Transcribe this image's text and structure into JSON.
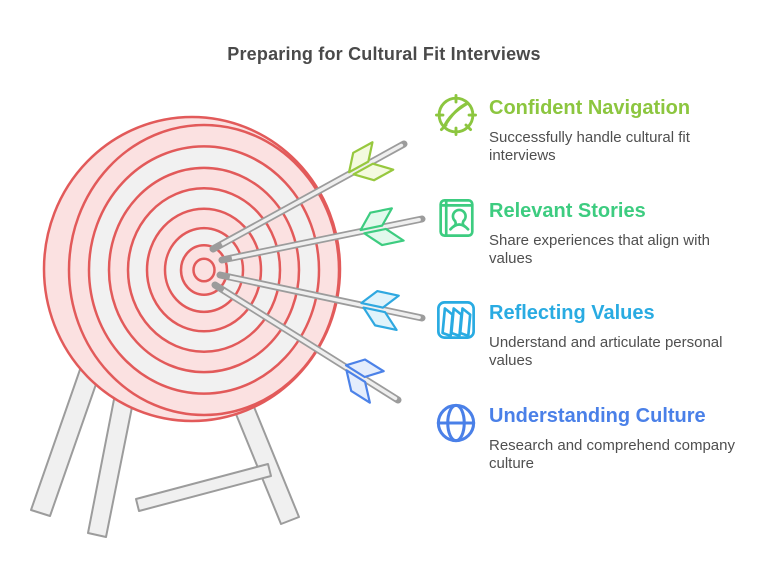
{
  "title": "Preparing for Cultural Fit Interviews",
  "items": [
    {
      "heading": "Confident Navigation",
      "description": "Successfully handle cultural fit interviews",
      "icon": "compass",
      "accent": "#8cc63f"
    },
    {
      "heading": "Relevant Stories",
      "description": "Share experiences that align with values",
      "icon": "story-book",
      "accent": "#3dcc80"
    },
    {
      "heading": "Reflecting Values",
      "description": "Understand and articulate personal values",
      "icon": "values-flags",
      "accent": "#29abe2"
    },
    {
      "heading": "Understanding Culture",
      "description": "Research and comprehend company culture",
      "icon": "globe",
      "accent": "#4a80e8"
    }
  ],
  "illustration": {
    "name": "target-with-four-arrows-on-easel",
    "arrow_count": 4
  },
  "palette": {
    "title_color": "#4a4a4a",
    "desc_color": "#4f4f4f",
    "target_red": "#e25a5a",
    "target_pink": "#fbe1e1",
    "target_gray": "#f1f1f1",
    "stand_fill": "#f0f0f0",
    "stand_stroke": "#9c9c9c",
    "shaft_gray": "#9c9c9c",
    "shaft_light": "#efefef",
    "fl1_stroke": "#97c83e",
    "fl1_fill": "#f4fadf",
    "fl2_stroke": "#3dcc80",
    "fl2_fill": "#e2f9ec",
    "fl3_stroke": "#2fa8e0",
    "fl3_fill": "#e0f3fb",
    "fl4_stroke": "#4c82e8",
    "fl4_fill": "#e4edfc"
  }
}
